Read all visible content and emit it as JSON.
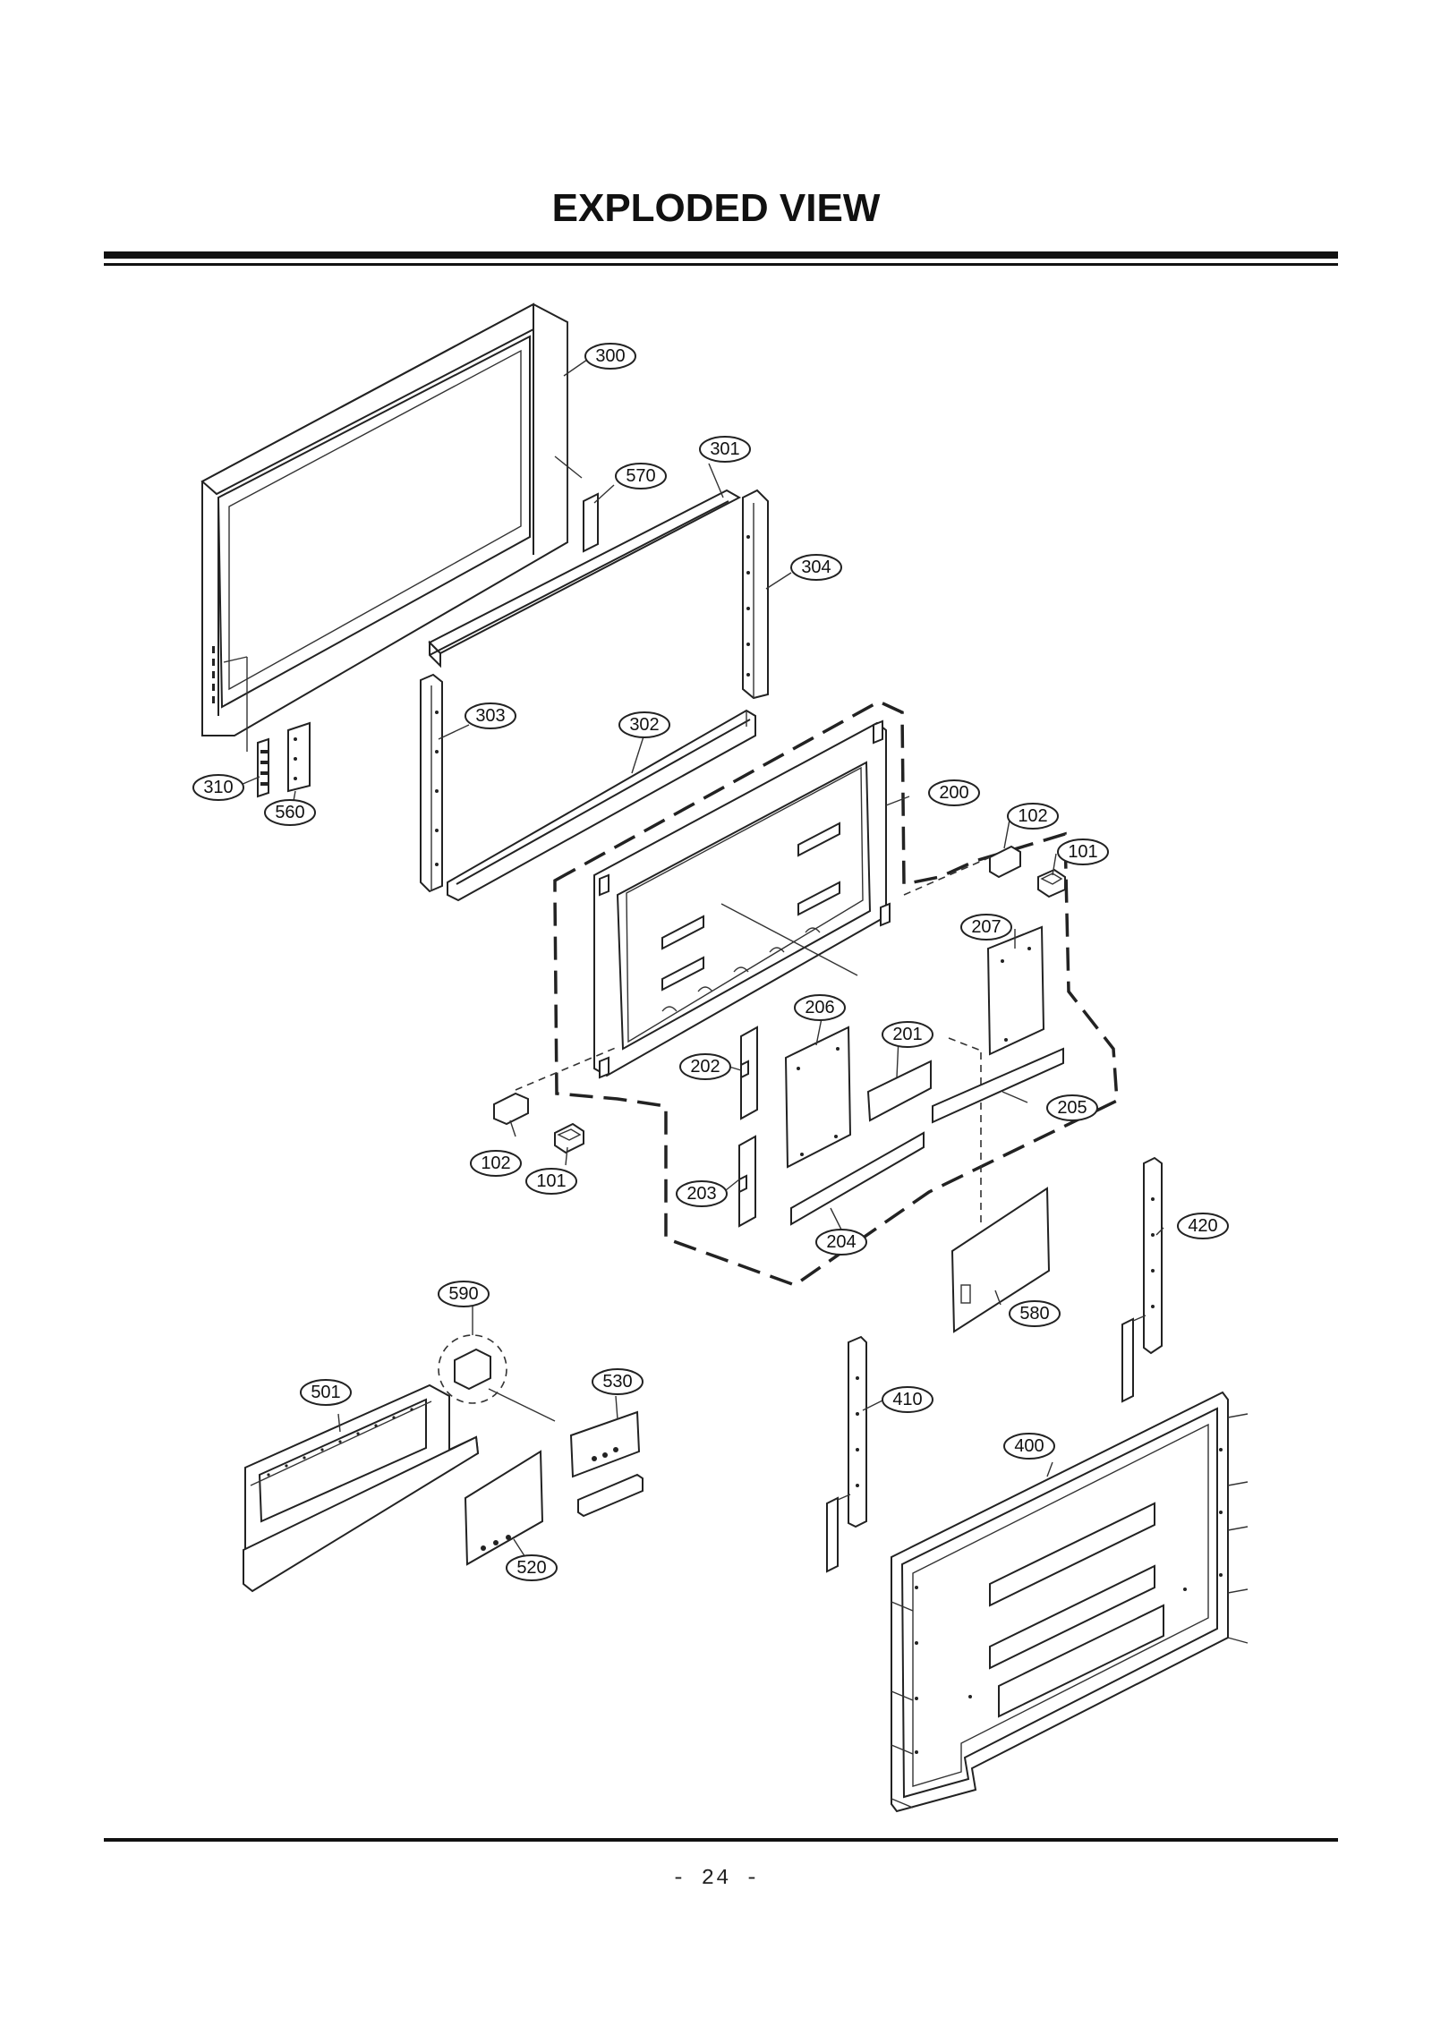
{
  "page": {
    "title": "EXPLODED VIEW",
    "page_number": "- 24 -"
  },
  "parts": [
    {
      "id": "p300",
      "label": "300"
    },
    {
      "id": "p301",
      "label": "301"
    },
    {
      "id": "p570",
      "label": "570"
    },
    {
      "id": "p304",
      "label": "304"
    },
    {
      "id": "p303",
      "label": "303"
    },
    {
      "id": "p302",
      "label": "302"
    },
    {
      "id": "p310",
      "label": "310"
    },
    {
      "id": "p560",
      "label": "560"
    },
    {
      "id": "p200",
      "label": "200"
    },
    {
      "id": "p102a",
      "label": "102"
    },
    {
      "id": "p101a",
      "label": "101"
    },
    {
      "id": "p207",
      "label": "207"
    },
    {
      "id": "p206",
      "label": "206"
    },
    {
      "id": "p201",
      "label": "201"
    },
    {
      "id": "p202",
      "label": "202"
    },
    {
      "id": "p205",
      "label": "205"
    },
    {
      "id": "p102b",
      "label": "102"
    },
    {
      "id": "p101b",
      "label": "101"
    },
    {
      "id": "p203",
      "label": "203"
    },
    {
      "id": "p204",
      "label": "204"
    },
    {
      "id": "p420",
      "label": "420"
    },
    {
      "id": "p590",
      "label": "590"
    },
    {
      "id": "p580",
      "label": "580"
    },
    {
      "id": "p501",
      "label": "501"
    },
    {
      "id": "p530",
      "label": "530"
    },
    {
      "id": "p410",
      "label": "410"
    },
    {
      "id": "p400",
      "label": "400"
    },
    {
      "id": "p520",
      "label": "520"
    }
  ]
}
